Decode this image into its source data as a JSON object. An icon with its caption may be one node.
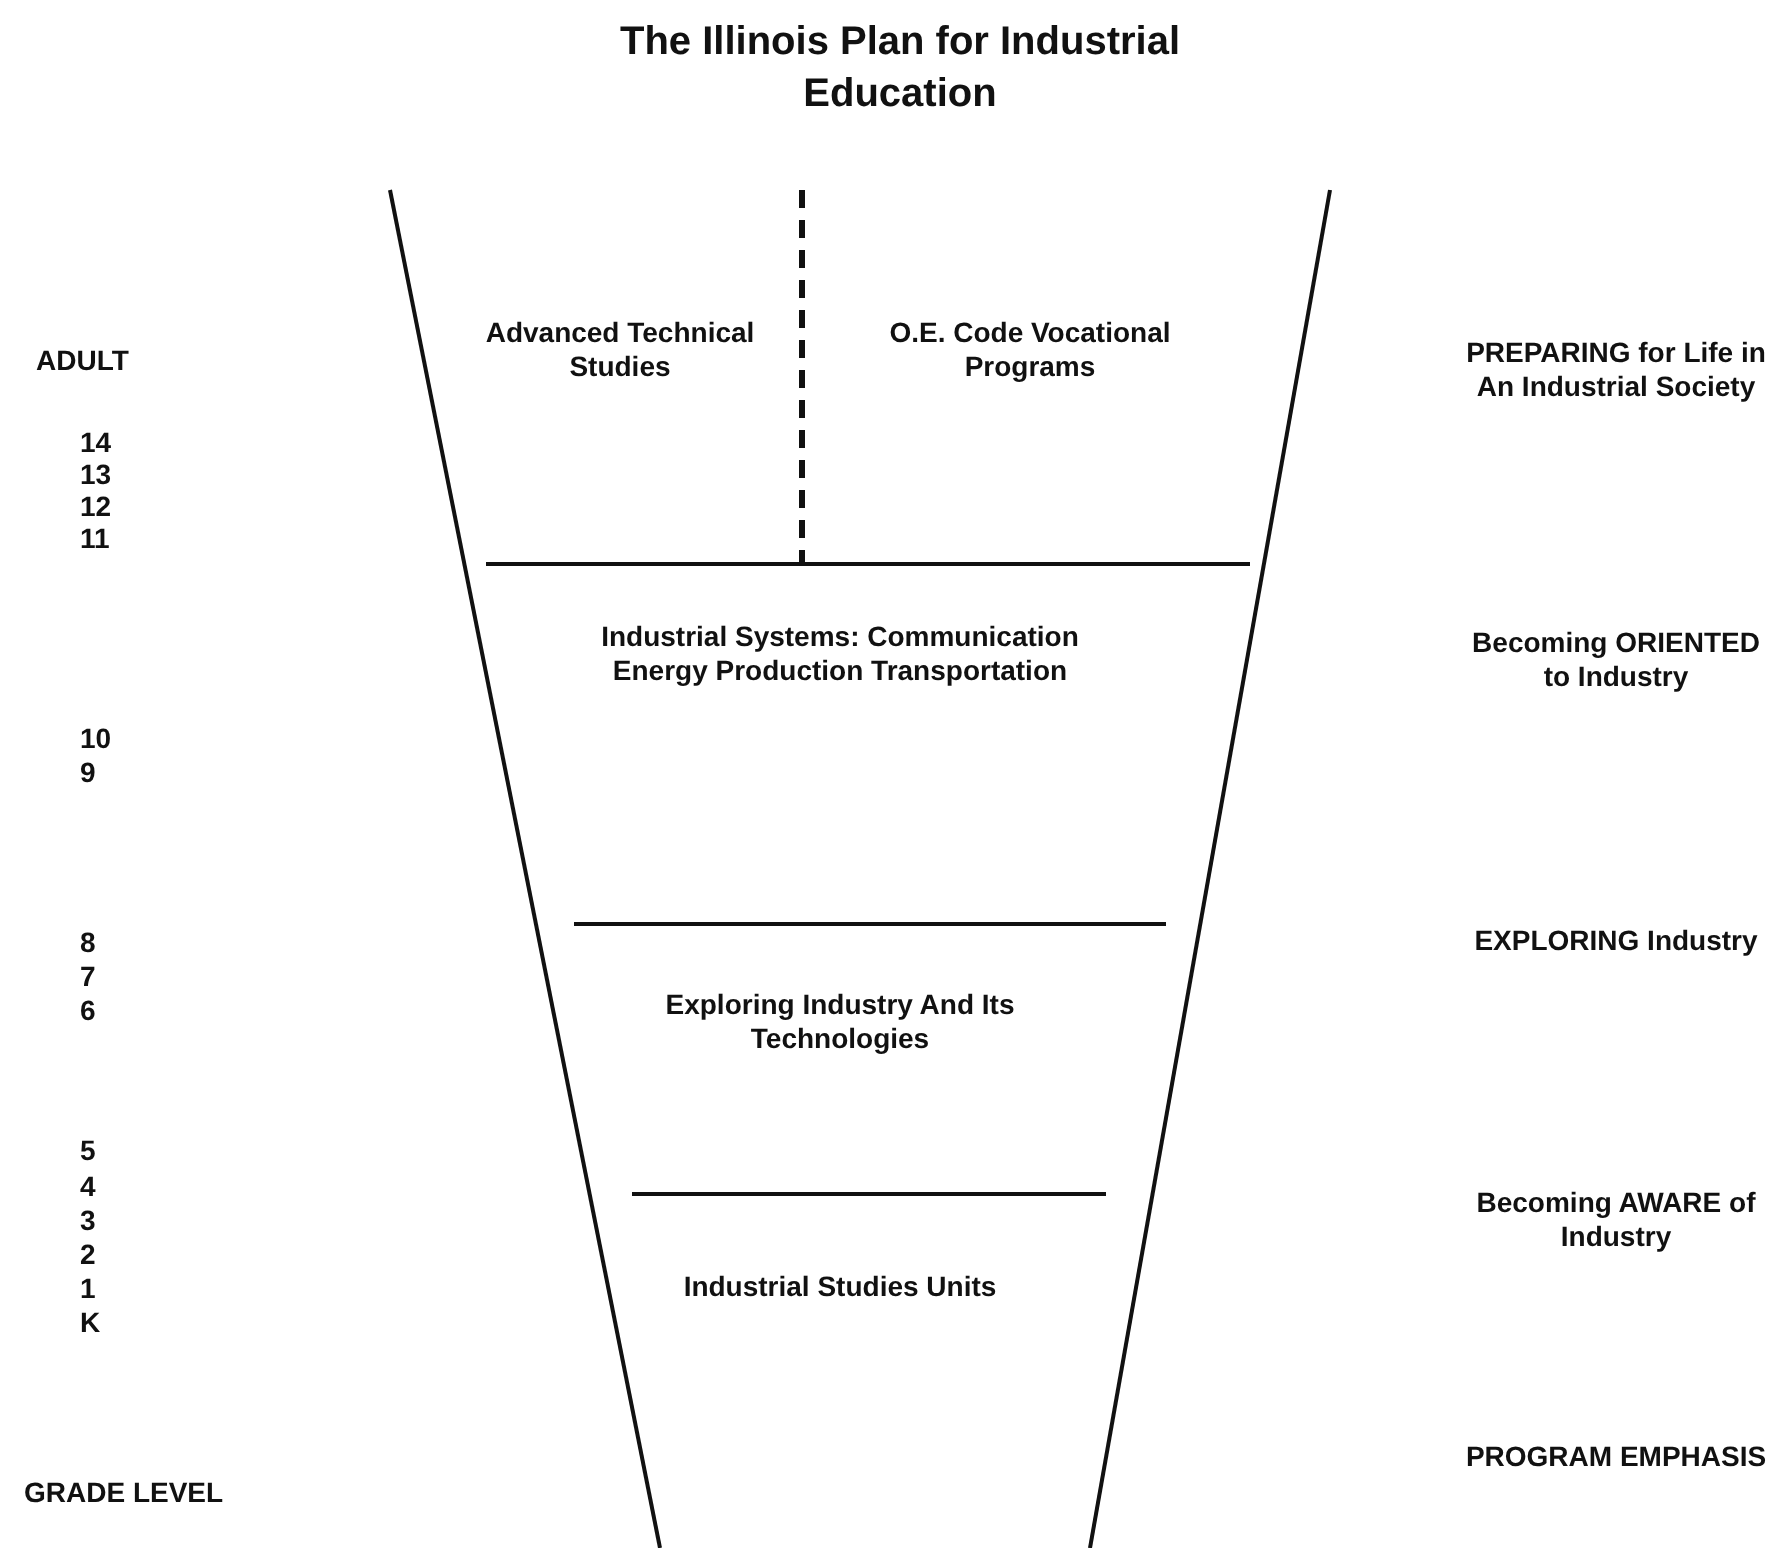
{
  "diagram": {
    "title": "The Illinois Plan for Industrial Education",
    "nodes": [
      {
        "text": [
          "Advanced Technical Studies"
        ]
      },
      {
        "text": [
          "O.E. Code Vocational Programs"
        ]
      },
      {
        "text": [
          "Industrial Systems: Communication Energy Production Transportation"
        ]
      },
      {
        "text": [
          "Exploring Industry And Its Technologies"
        ]
      },
      {
        "text": [
          "Industrial Studies Units"
        ]
      }
    ],
    "edges": [],
    "labels": [
      "ADULT",
      "14",
      "13",
      "12",
      "11",
      "10",
      "9",
      "8",
      "7",
      "6",
      "5",
      "4",
      "3",
      "2",
      "1",
      "K",
      "GRADE LEVEL",
      "PREPARING for Life in An Industrial Society",
      "Becoming ORIENTED to Industry",
      "EXPLORING Industry",
      "Becoming AWARE of Industry",
      "PROGRAM EMPHASIS"
    ]
  }
}
